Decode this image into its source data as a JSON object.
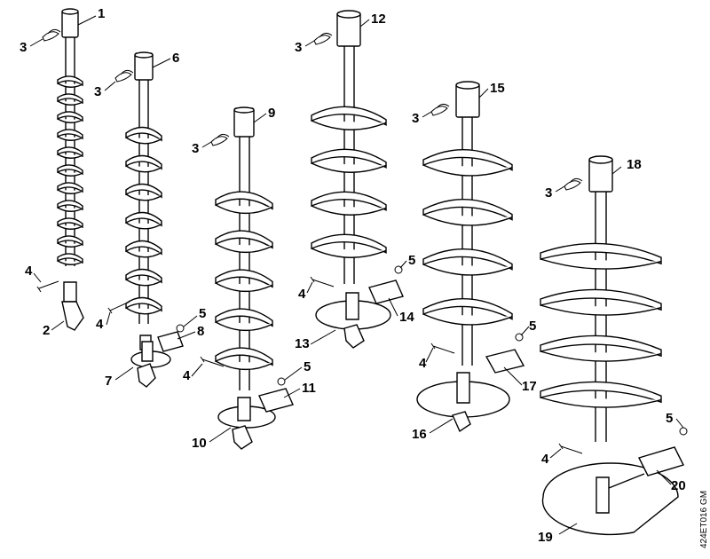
{
  "diagram": {
    "callouts": {
      "c1": "1",
      "c2": "2",
      "c3a": "3",
      "c3b": "3",
      "c3c": "3",
      "c3d": "3",
      "c3e": "3",
      "c3f": "3",
      "c4a": "4",
      "c4b": "4",
      "c4c": "4",
      "c4d": "4",
      "c4e": "4",
      "c4f": "4",
      "c5a": "5",
      "c5b": "5",
      "c5c": "5",
      "c5d": "5",
      "c5e": "5",
      "c6": "6",
      "c7": "7",
      "c8": "8",
      "c9": "9",
      "c10": "10",
      "c11": "11",
      "c12": "12",
      "c13": "13",
      "c14": "14",
      "c15": "15",
      "c16": "16",
      "c17": "17",
      "c18": "18",
      "c19": "19",
      "c20": "20"
    },
    "drawing_code": "424ET016 GM"
  }
}
